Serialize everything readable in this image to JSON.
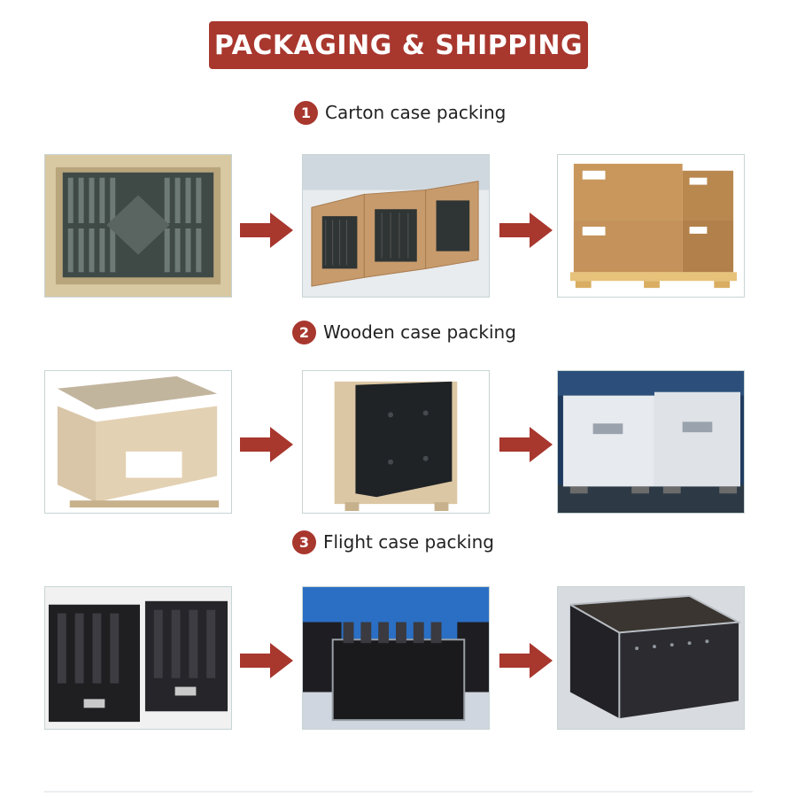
{
  "title": "PACKAGING & SHIPPING",
  "colors": {
    "accent": "#a8372e"
  },
  "sections": [
    {
      "number": "1",
      "label": "Carton case packing",
      "images": [
        "modules-in-carton",
        "carton-dividers",
        "cartons-on-pallet"
      ]
    },
    {
      "number": "2",
      "label": "Wooden case packing",
      "images": [
        "wooden-crate-assembly",
        "crated-cabinet",
        "finished-wooden-boxes"
      ]
    },
    {
      "number": "3",
      "label": "Flight case packing",
      "images": [
        "open-flight-cases",
        "loaded-flight-case",
        "flight-cases-warehouse"
      ]
    }
  ]
}
